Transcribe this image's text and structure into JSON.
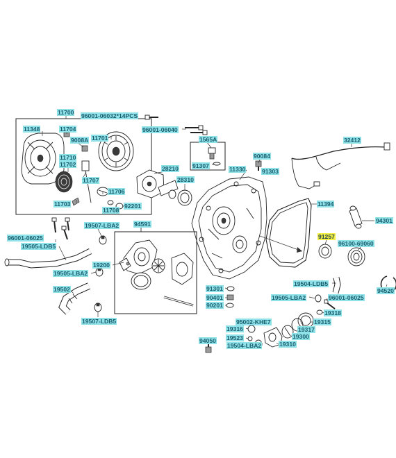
{
  "labels": {
    "p11700": "11700",
    "p96001_06032": "96001-06032*14PCS",
    "p11348": "11348",
    "p11704": "11704",
    "p9008A": "9008A",
    "p11701": "11701",
    "p11710": "11710",
    "p11702": "11702",
    "p11707": "11707",
    "p11706": "11706",
    "p11703": "11703",
    "p11708": "11708",
    "p92201": "92201",
    "p96001_06040": "96001-06040",
    "p1565A": "1565A",
    "p91307": "91307",
    "p28210": "28210",
    "p28310": "28310",
    "p11330": "11330",
    "p90084": "90084",
    "p91303": "91303",
    "p32412": "32412",
    "p11394": "11394",
    "p94301": "94301",
    "p91257": "91257",
    "p96100_69060": "96100-69060",
    "p94520": "94520",
    "p96001_06025_left": "96001-06025",
    "p19505_LDB5": "19505-LDB5",
    "p19507_LBA2": "19507-LBA2",
    "p94591": "94591",
    "p19200": "19200",
    "p19505_LBA2_left": "19505-LBA2",
    "p19502": "19502",
    "p19507_LDB5": "19507-LDB5",
    "p91301": "91301",
    "p90401": "90401",
    "p90201": "90201",
    "p19504_LDB5": "19504-LDB5",
    "p19505_LBA2_right": "19505-LBA2",
    "p96001_06025_right": "96001-06025",
    "p19318": "19318",
    "p95002_KHE7": "95002-KHE7",
    "p19316": "19316",
    "p19315": "19315",
    "p19317": "19317",
    "p19523": "19523",
    "p19300": "19300",
    "p19504_LBA2": "19504-LBA2",
    "p19310": "19310",
    "p94050": "94050"
  },
  "colors": {
    "label_fill": "#8fe3e8",
    "label_text": "#1a5c6e",
    "highlight_fill": "#f5f046"
  }
}
